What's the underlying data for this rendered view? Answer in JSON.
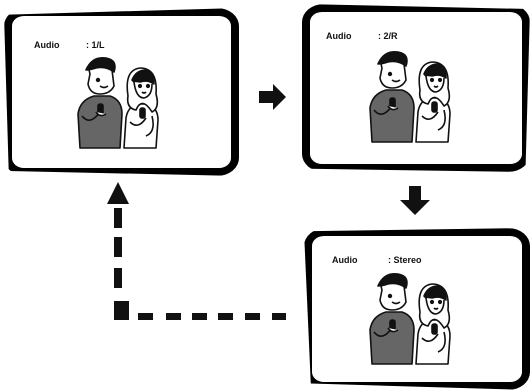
{
  "screens": [
    {
      "label": "Audio",
      "value": ": 1/L"
    },
    {
      "label": "Audio",
      "value": ": 2/R"
    },
    {
      "label": "Audio",
      "value": ": Stereo"
    }
  ],
  "icons": {
    "illustration": "singing-couple-illustration",
    "arrow_right": "right-arrow-icon",
    "arrow_down": "down-arrow-icon",
    "loop_back": "dashed-return-arrow"
  },
  "colors": {
    "frame": "#000000",
    "screen": "#ffffff",
    "ink": "#111111"
  }
}
